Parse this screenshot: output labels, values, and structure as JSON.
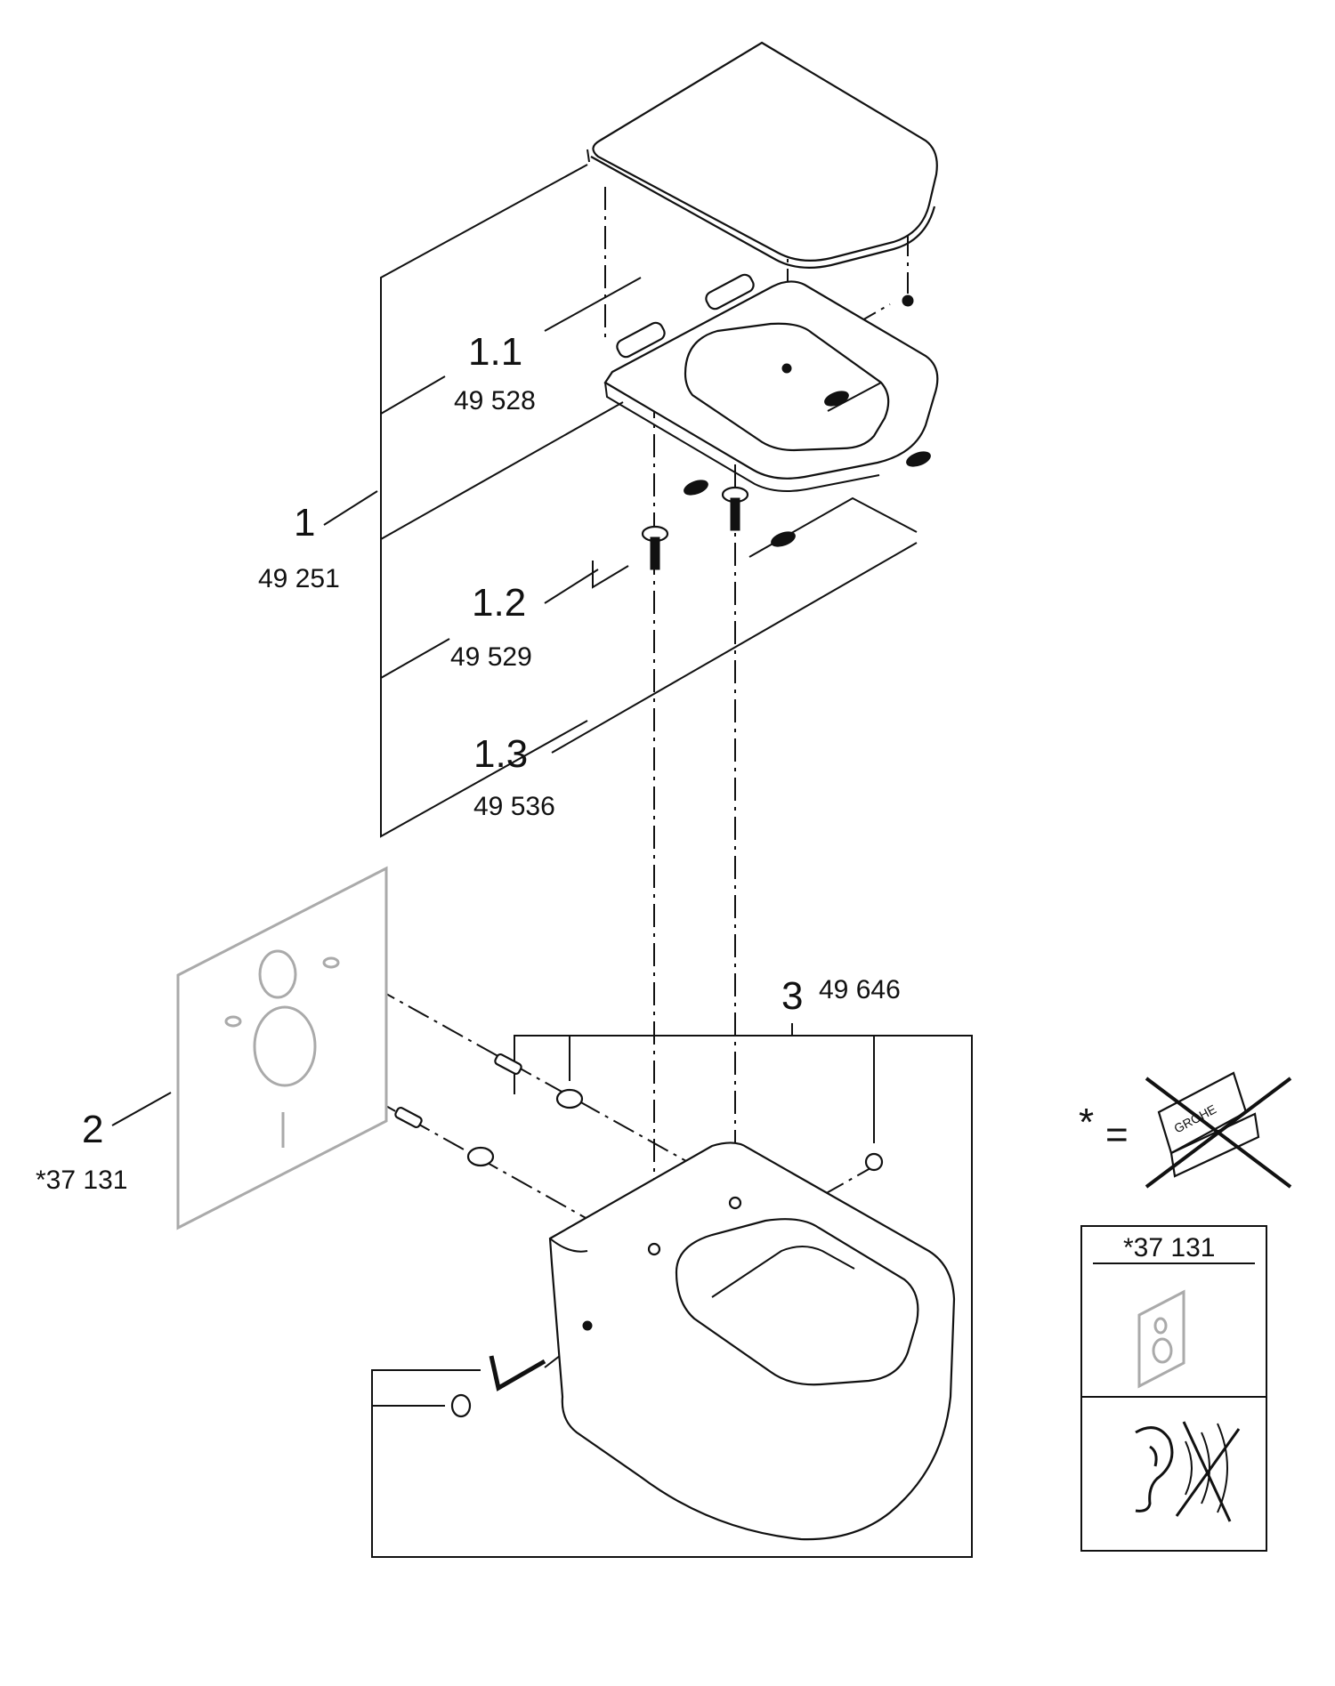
{
  "parts": [
    {
      "id": "1",
      "code": "49 251"
    },
    {
      "id": "1.1",
      "code": "49 528"
    },
    {
      "id": "1.2",
      "code": "49 529"
    },
    {
      "id": "1.3",
      "code": "49 536"
    },
    {
      "id": "2",
      "code": "*37 131"
    },
    {
      "id": "3",
      "code": "49 646"
    }
  ],
  "legend": {
    "asterisk": "*",
    "equals": "=",
    "box_title": "*37 131",
    "brand_mark": "GROHE"
  }
}
